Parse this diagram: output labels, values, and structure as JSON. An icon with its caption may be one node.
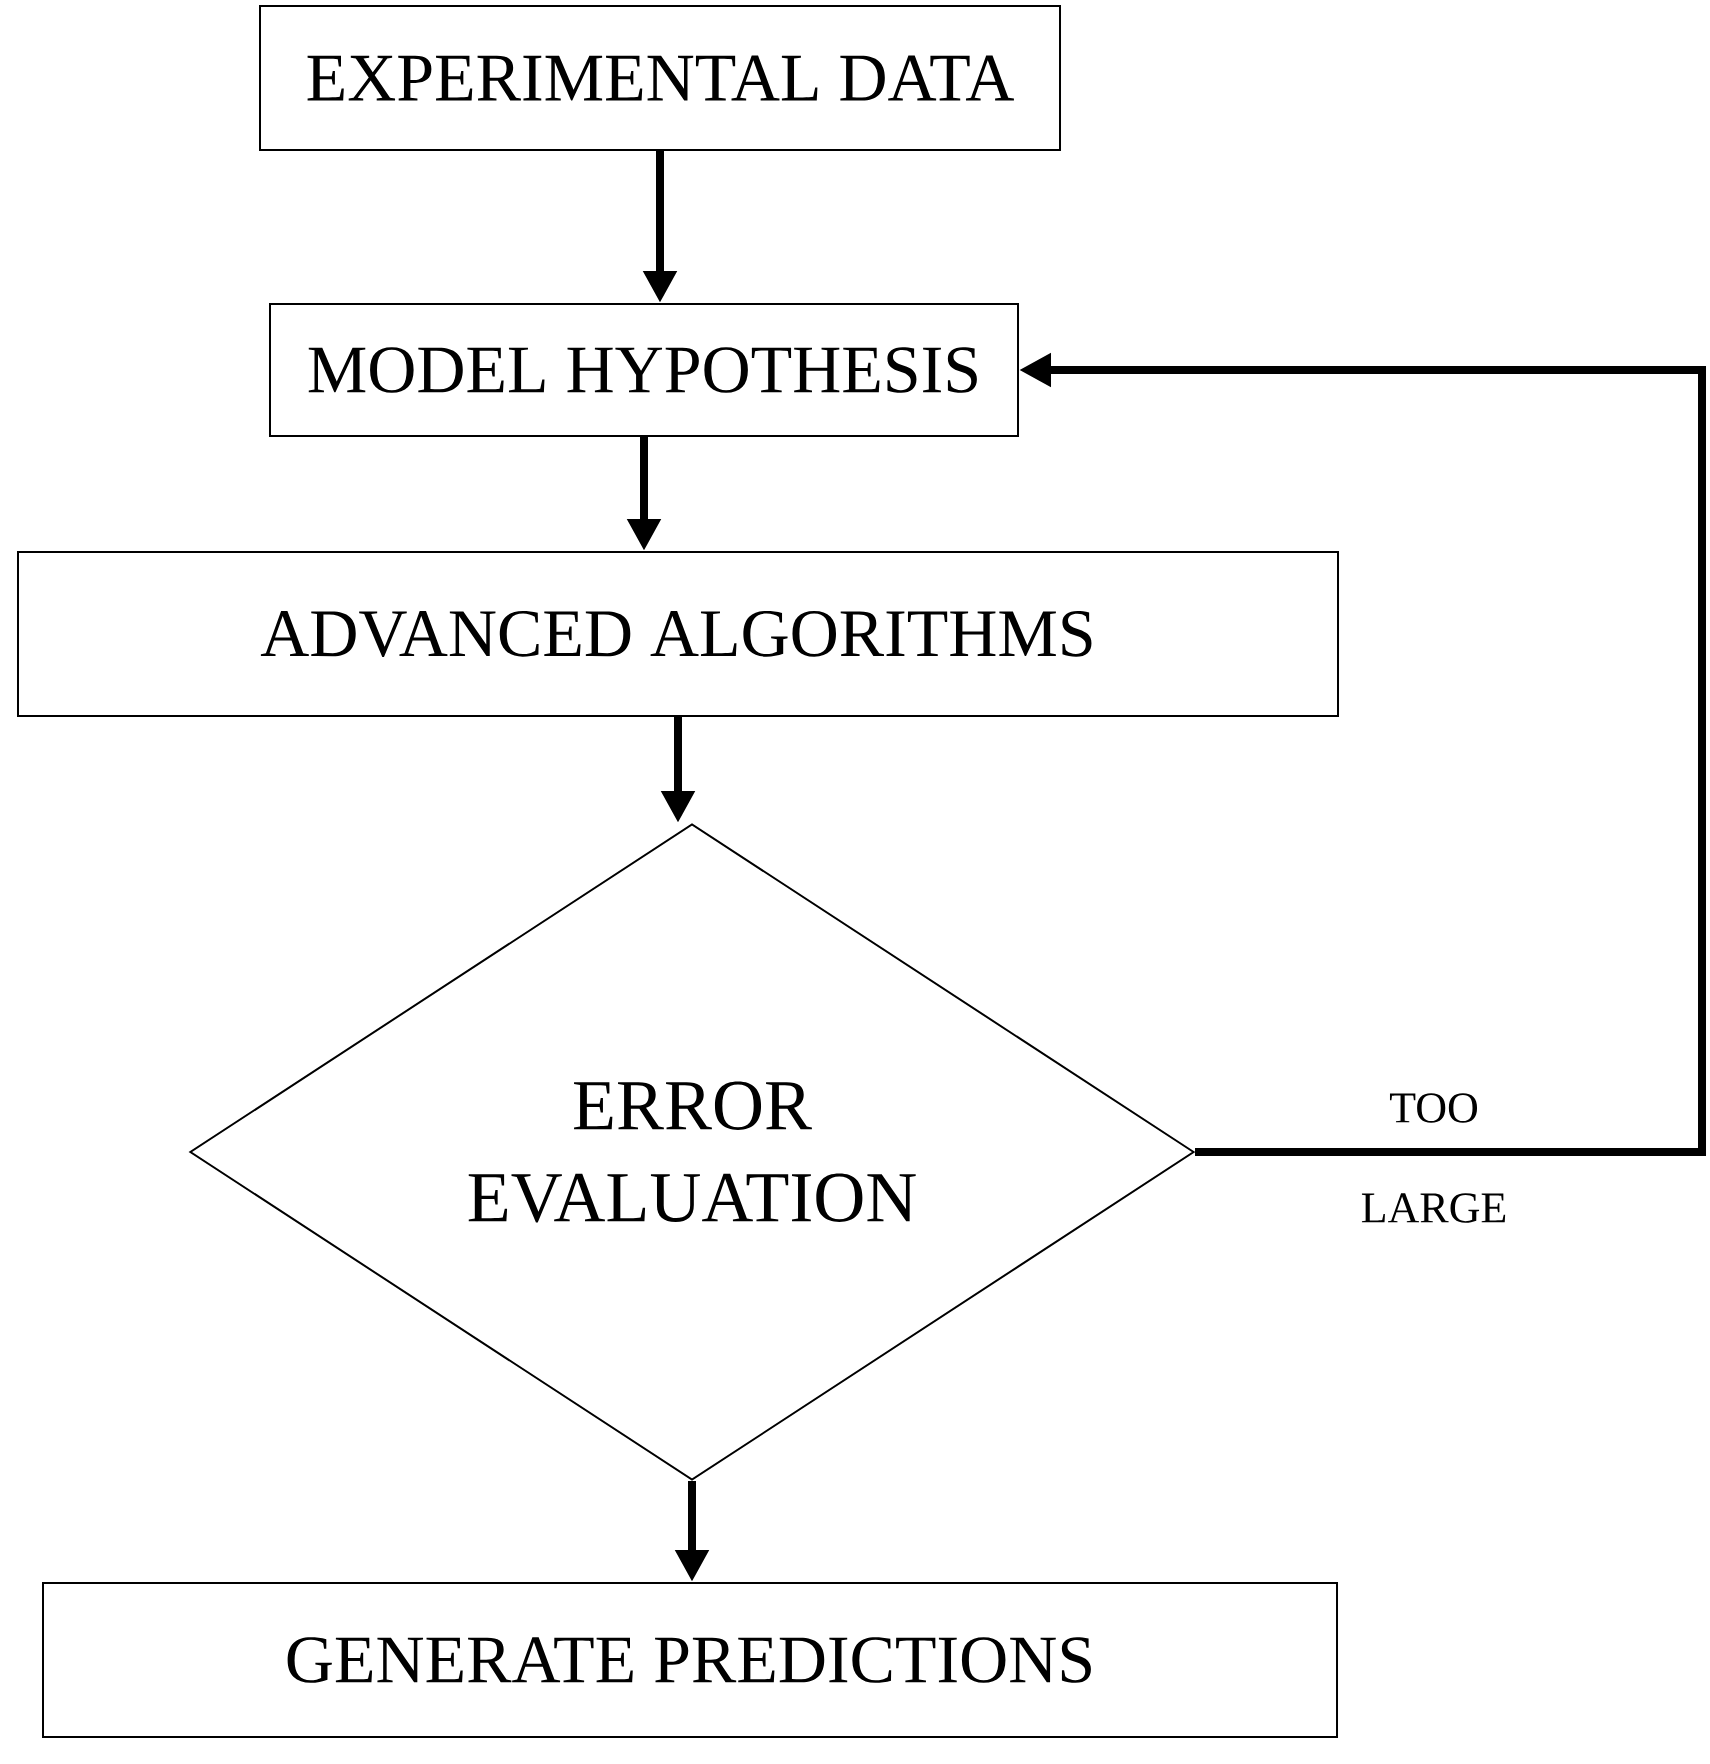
{
  "diagram": {
    "nodes": [
      {
        "text": [
          "EXPERIMENTAL DATA"
        ]
      },
      {
        "text": [
          "MODEL HYPOTHESIS"
        ]
      },
      {
        "text": [
          "ADVANCED ALGORITHMS"
        ]
      },
      {
        "text": [
          "ERROR EVALUATION"
        ]
      },
      {
        "text": [
          "GENERATE PREDICTIONS"
        ]
      }
    ],
    "edges": [
      {
        "from": 0,
        "to": 1,
        "arrow": "to"
      },
      {
        "from": 1,
        "to": 2,
        "arrow": "to"
      },
      {
        "from": 2,
        "to": 3,
        "arrow": "to"
      },
      {
        "from": 3,
        "to": 4,
        "arrow": "to"
      },
      {
        "from": 3,
        "to": 1,
        "arrow": "to",
        "label": "TOO LARGE"
      }
    ]
  }
}
